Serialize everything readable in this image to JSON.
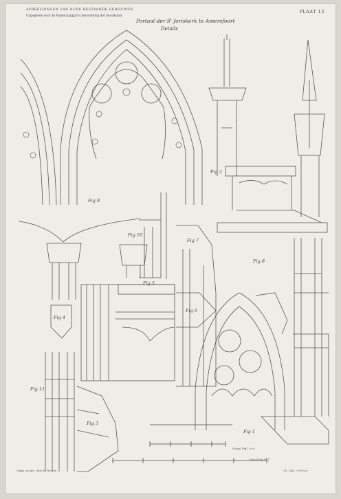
{
  "header": {
    "series_title": "AFBEELDINGEN VAN OUDE BESTAANDE GEBOUWEN",
    "publisher_line": "Uitgegeven door de Maatschappij tot bevordering der bouwkunst",
    "plate_number": "PLAAT 13"
  },
  "plate": {
    "title": "Portaal der Sᵗ Joriskerk te Amersfoort",
    "subtitle": "Details"
  },
  "figures": {
    "fig1": "Fig 1",
    "fig2": "Fig 2",
    "fig3": "Fig 3",
    "fig4": "Fig 4",
    "fig5": "Fig 5",
    "fig6": "Fig 6",
    "fig7": "Fig 7",
    "fig8": "Fig 8",
    "fig9": "Fig 9",
    "fig10": "Fig 10",
    "fig11": "Fig 11"
  },
  "scales": {
    "label_a": "Schaal Fig 1 to 6",
    "label_b": "Schaal Fig 6-11"
  },
  "footer": {
    "draftsman": "Opgm. en get. door H. Boerke",
    "printer": "Ch. Lith. v. P.W.v.d."
  }
}
